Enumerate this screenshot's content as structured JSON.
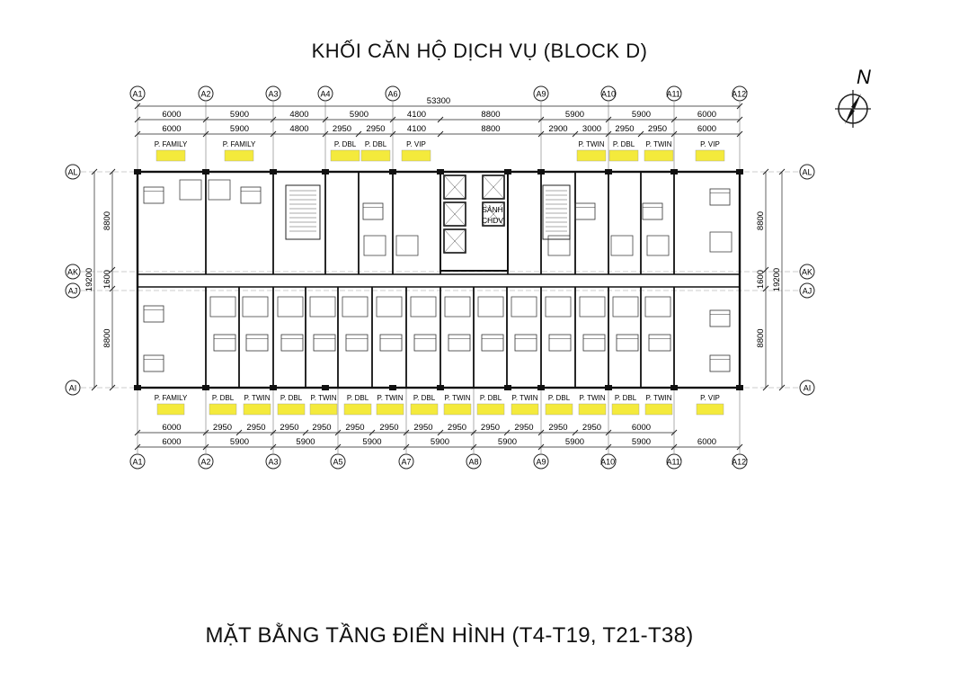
{
  "title": "KHỐI CĂN HỘ DỊCH VỤ (BLOCK D)",
  "subtitle": "MẶT BẰNG TẦNG ĐIỂN HÌNH (T4-T19, T21-T38)",
  "north_label": "N",
  "lobby_label": [
    "SẢNH",
    "CHDV"
  ],
  "overall_dimension": "53300",
  "top_grid_labels": [
    "A1",
    "A2",
    "A3",
    "A4",
    "A6",
    "A9",
    "A10",
    "A11'",
    "A12'"
  ],
  "bottom_grid_labels": [
    "A1",
    "A2",
    "A3",
    "A5",
    "A7",
    "A8",
    "A9",
    "A10'",
    "A11'",
    "A12'"
  ],
  "side_grid_labels": [
    "AL",
    "AK",
    "AJ",
    "AI"
  ],
  "top_dims_row1": [
    "6000",
    "5900",
    "4800",
    "5900",
    "4100",
    "8800",
    "5900",
    "5900",
    "6000"
  ],
  "top_dims_row2": [
    "6000",
    "5900",
    "4800",
    "2950",
    "2950",
    "4100",
    "8800",
    "2900",
    "3000",
    "2950",
    "2950",
    "6000"
  ],
  "bottom_dims_row1": [
    "6000",
    "2950",
    "2950",
    "2950",
    "2950",
    "2950",
    "2950",
    "2950",
    "2950",
    "2950",
    "2950",
    "2950",
    "2950",
    "6000"
  ],
  "bottom_dims_row2": [
    "6000",
    "5900",
    "5900",
    "5900",
    "5900",
    "5900",
    "5900",
    "5900",
    "6000"
  ],
  "side_dims_outer": "19200",
  "side_dims_inner": [
    "8800",
    "1600",
    "8800"
  ],
  "top_room_labels": [
    "P. FAMILY",
    "P. FAMILY",
    "P. DBL",
    "P. DBL",
    "P. VIP",
    "P. TWIN",
    "P. DBL",
    "P. TWIN",
    "P. VIP"
  ],
  "bottom_room_labels": [
    "P. FAMILY",
    "P. DBL",
    "P. TWIN",
    "P. DBL",
    "P. TWIN",
    "P. DBL",
    "P. TWIN",
    "P. DBL",
    "P. TWIN",
    "P. DBL",
    "P. TWIN",
    "P. DBL",
    "P. TWIN",
    "P. DBL",
    "P. TWIN",
    "P. VIP"
  ],
  "colors": {
    "line": "#222222",
    "wall": "#111111",
    "tag": "#f4ea3c"
  }
}
